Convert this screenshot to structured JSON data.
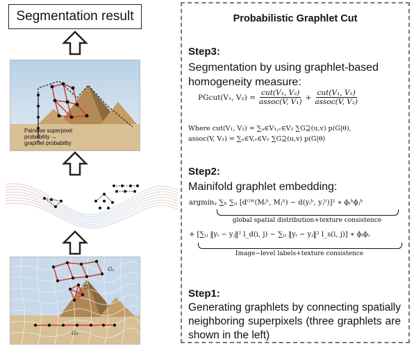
{
  "left": {
    "result_label": "Segmentation result",
    "panel_top": {
      "annotation_line1": "Pairwise superpixel",
      "annotation_line2": "probability →",
      "annotation_line3": "graphlet probabiltiy"
    },
    "panel_bottom": {
      "g1": "G₁",
      "g2": "G₂",
      "g3": "G₃"
    }
  },
  "right": {
    "title": "Probabilistic Graphlet Cut",
    "step3": {
      "title": "Step3:",
      "desc": "Segmentation by using graphlet-based homogeneity measure:",
      "pgcut_lhs": "PGcut(V₁, V₂) =",
      "frac1_num": "cut(V₁, V₂)",
      "frac1_den": "assoc(V, V₁)",
      "plus": "+",
      "frac2_num": "cut(V₁, V₂)",
      "frac2_den": "assoc(V, V₂)",
      "where_line1": "Where cut(V₁, V₂) = ∑ᵤ∈V₁,ᵥ∈V₂ ∑G⊇(u,v) p(G|θ),",
      "where_line2": "assoc(V, V₁) = ∑ᵤ∈V,ᵥ∈V₁ ∑G⊇(u,v) p(G|θ)"
    },
    "step2": {
      "title": "Step2:",
      "desc": "Mainifold graphlet embedding:",
      "eq_line1": "argminᵧ ∑ₕ ∑ᵢⱼ [dᴳᵂ(Mᵢʰ, Mⱼʰ) − d(yᵢʰ, yⱼʰ)]² ∗ ϕᵢʰϕⱼʰ",
      "brace1": "global spatial distribution+texture consistence",
      "eq_line2": "+ [∑ᵢⱼ ‖yᵢ − yⱼ‖² l_d(i, j) − ∑ᵢⱼ ‖yᵢ − yⱼ‖² l_s(i, j)] ∗ ϕᵢϕⱼ",
      "brace2": "Image−level labels+texture consistence"
    },
    "step1": {
      "title": "Step1:",
      "desc": "Generating graphlets by connecting spatially neighboring superpixels (three graphlets are shown in the left)"
    }
  },
  "colors": {
    "sky": "#c9dcec",
    "sand": "#d7b98c",
    "pyramid": "#b58c55",
    "edge_red": "#d23a2a",
    "arrow": "#222222",
    "dash_border": "#777777"
  }
}
